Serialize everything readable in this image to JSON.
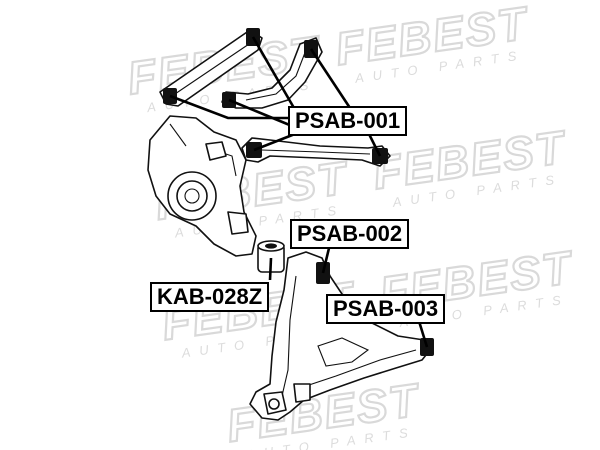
{
  "watermark": {
    "brand": "FEBEST",
    "tagline": "AUTO PARTS"
  },
  "labels": {
    "psab_001": "PSAB-001",
    "psab_002": "PSAB-002",
    "psab_003": "PSAB-003",
    "kab_028z": "KAB-028Z"
  },
  "colors": {
    "ink": "#000000",
    "watermark": "#d9d9d9",
    "background": "#ffffff"
  }
}
